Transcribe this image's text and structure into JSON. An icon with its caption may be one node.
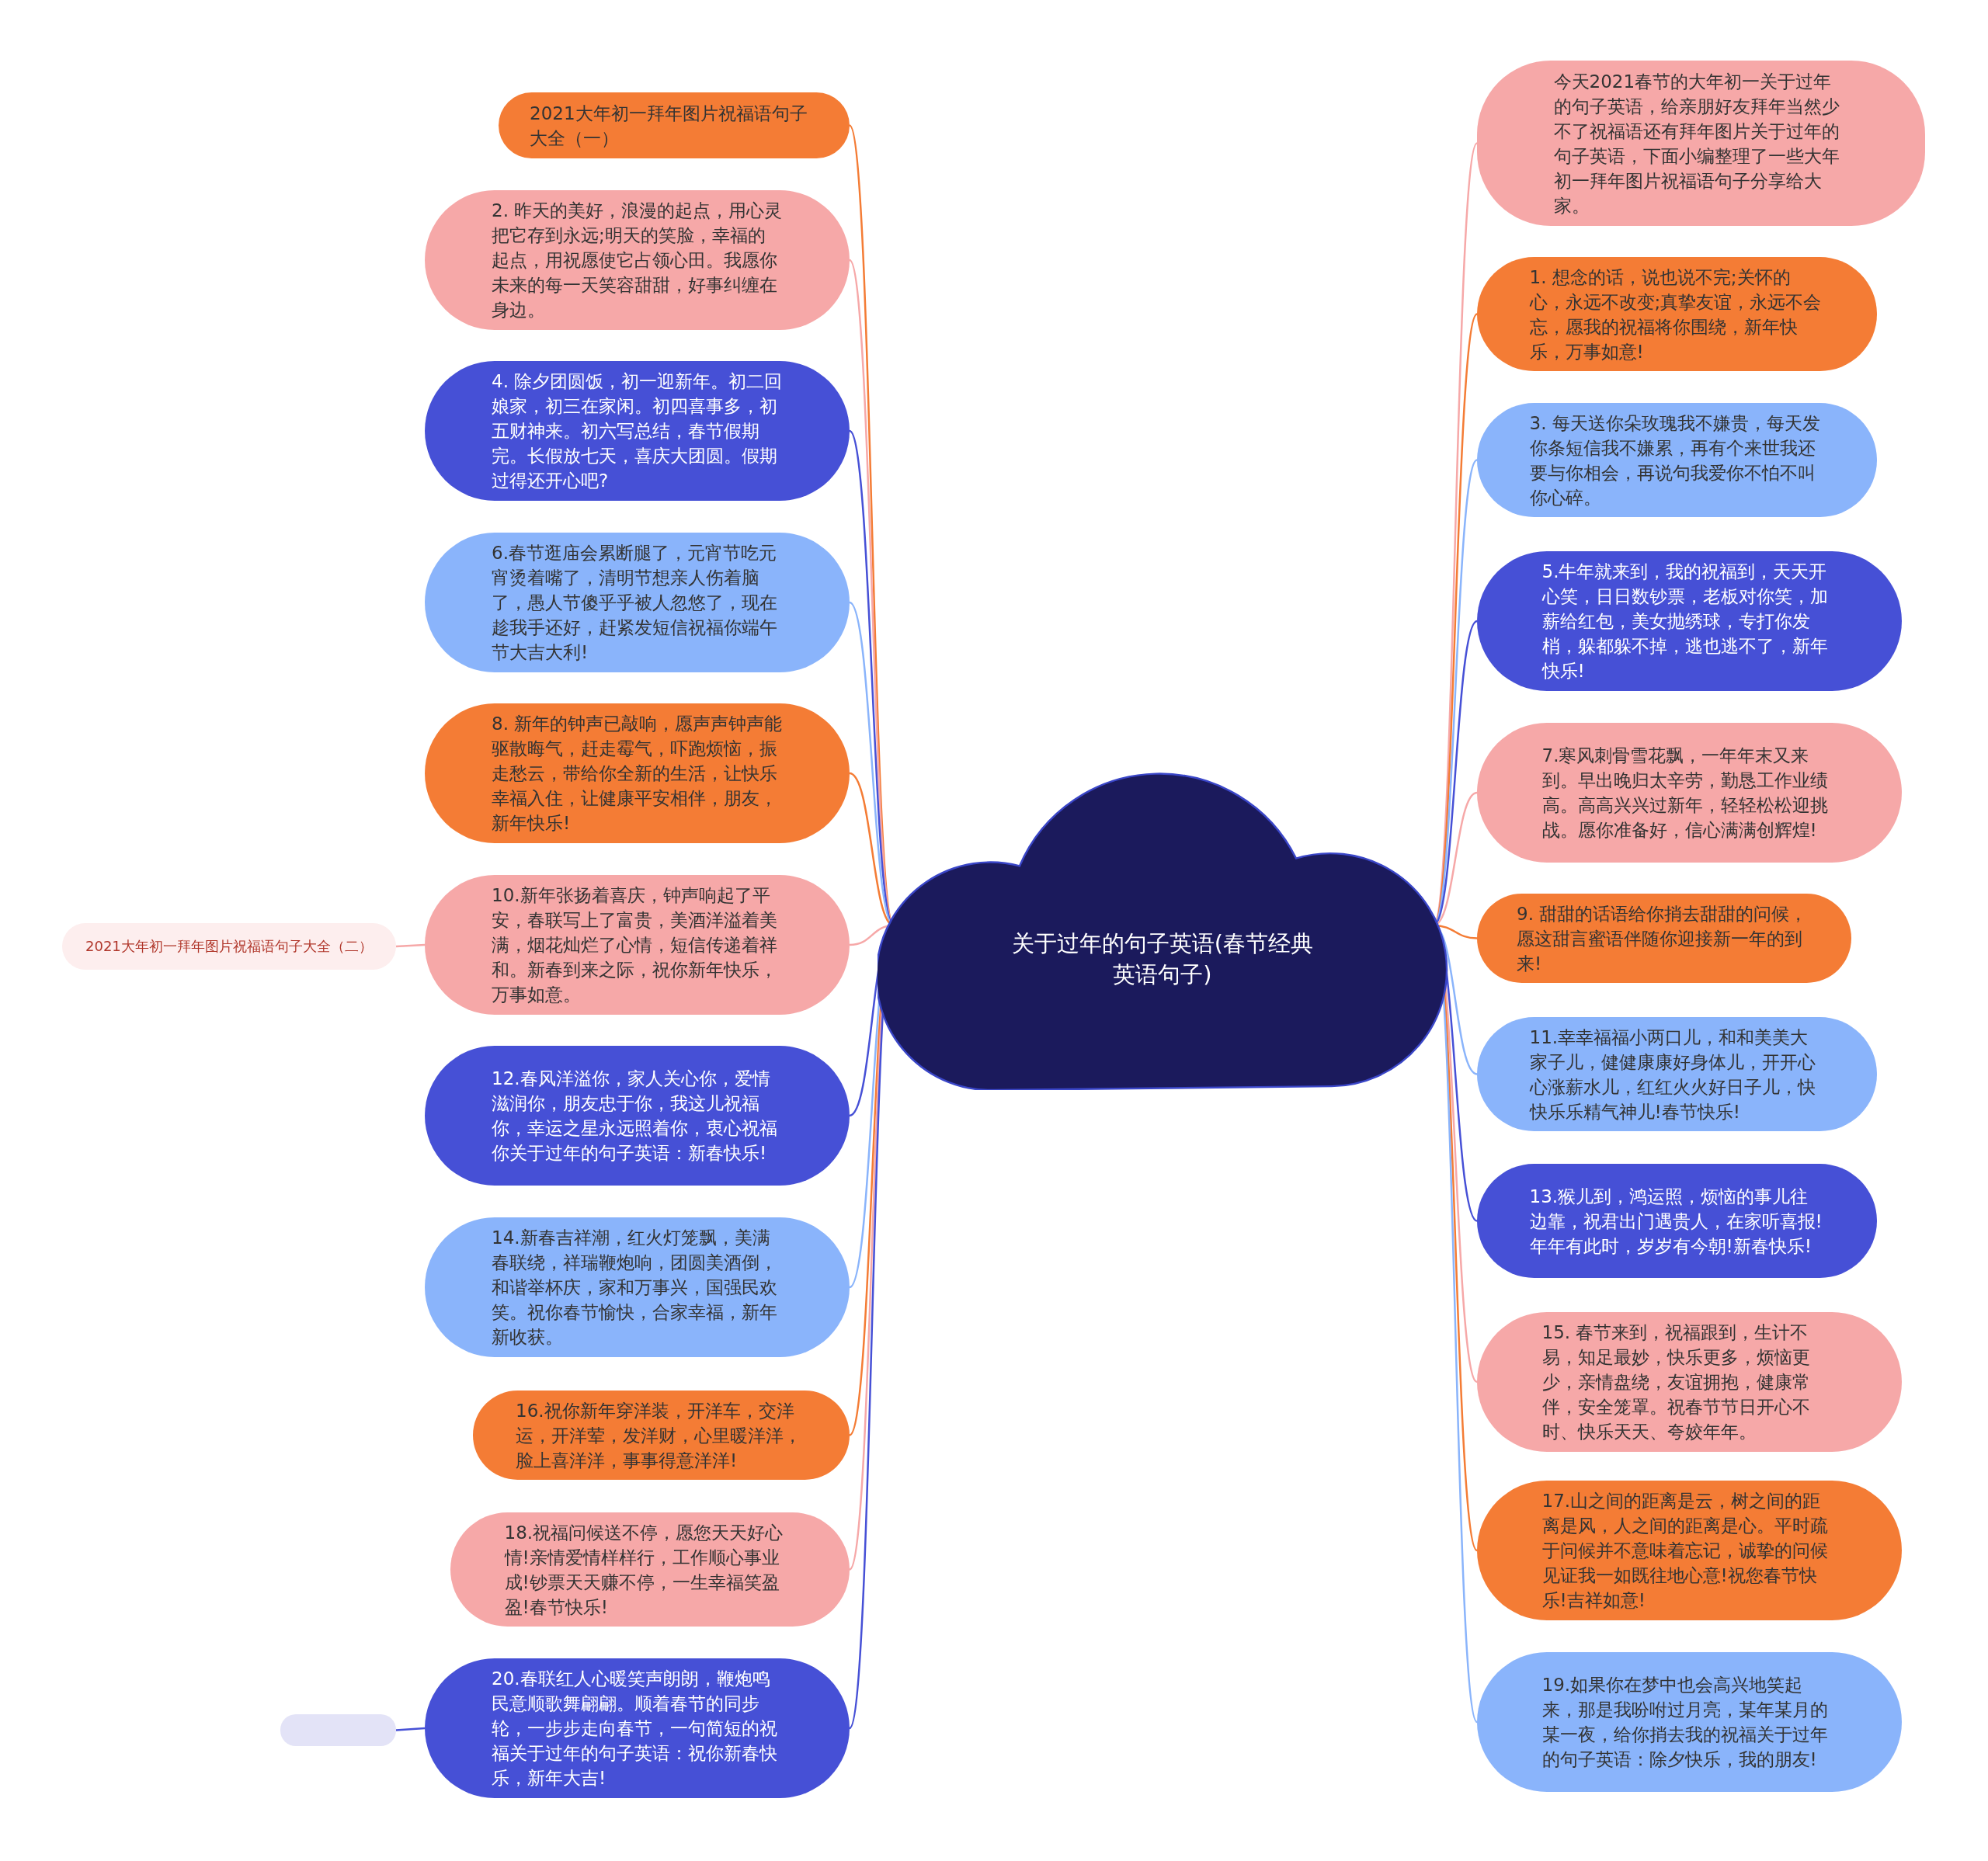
{
  "diagram": {
    "nodes": [
      {
        "text": [
          "关于过年的句子英语(春节经典英语句子)"
        ]
      },
      {
        "text": [
          "2021大年初一拜年图片祝福语句子大全（一）"
        ]
      },
      {
        "text": [
          "2. 昨天的美好，浪漫的起点，用心灵把它存到永远;明天的笑脸，幸福的起点，用祝愿使它占领心田。我愿你未来的每一天笑容甜甜，好事纠缠在身边。"
        ]
      },
      {
        "text": [
          "4. 除夕团圆饭，初一迎新年。初二回娘家，初三在家闲。初四喜事多，初五财神来。初六写总结，春节假期完。长假放七天，喜庆大团圆。假期过得还开心吧?"
        ]
      },
      {
        "text": [
          "6.春节逛庙会累断腿了，元宵节吃元宵烫着嘴了，清明节想亲人伤着脑了，愚人节傻乎乎被人忽悠了，现在趁我手还好，赶紧发短信祝福你端午节大吉大利!"
        ]
      },
      {
        "text": [
          "8. 新年的钟声已敲响，愿声声钟声能驱散晦气，赶走霉气，吓跑烦恼，振走愁云，带给你全新的生活，让快乐幸福入住，让健康平安相伴，朋友，新年快乐!"
        ]
      },
      {
        "text": [
          "10.新年张扬着喜庆，钟声响起了平安，春联写上了富贵，美酒洋溢着美满，烟花灿烂了心情，短信传递着祥和。新春到来之际，祝你新年快乐，万事如意。"
        ]
      },
      {
        "text": [
          "12.春风洋溢你，家人关心你，爱情滋润你，朋友忠于你，我这儿祝福你，幸运之星永远照着你，衷心祝福你关于过年的句子英语：新春快乐!"
        ]
      },
      {
        "text": [
          "14.新春吉祥潮，红火灯笼飘，美满春联绕，祥瑞鞭炮响，团圆美酒倒，和谐举杯庆，家和万事兴，国强民欢笑。祝你春节愉快，合家幸福，新年新收获。"
        ]
      },
      {
        "text": [
          "16.祝你新年穿洋装，开洋车，交洋运，开洋荤，发洋财，心里暖洋洋，脸上喜洋洋，事事得意洋洋!"
        ]
      },
      {
        "text": [
          "18.祝福问候送不停，愿您天天好心情!亲情爱情样样行，工作顺心事业成!钞票天天赚不停，一生幸福笑盈盈!春节快乐!"
        ]
      },
      {
        "text": [
          "20.春联红人心暖笑声朗朗，鞭炮鸣民意顺歌舞翩翩。顺着春节的同步轮，一步步走向春节，一句简短的祝福关于过年的句子英语：祝你新春快乐，新年大吉!"
        ]
      },
      {
        "text": [
          "2021大年初一拜年图片祝福语句子大全（二）"
        ]
      },
      {
        "text": [],
        "shape": "box"
      },
      {
        "text": [
          "今天2021春节的大年初一关于过年的句子英语，给亲朋好友拜年当然少不了祝福语还有拜年图片关于过年的句子英语，下面小编整理了一些大年初一拜年图片祝福语句子分享给大家。"
        ]
      },
      {
        "text": [
          "1. 想念的话，说也说不完;关怀的心，永远不改变;真挚友谊，永远不会忘，愿我的祝福将你围绕，新年快乐，万事如意!"
        ]
      },
      {
        "text": [
          "3. 每天送你朵玫瑰我不嫌贵，每天发你条短信我不嫌累，再有个来世我还要与你相会，再说句我爱你不怕不叫你心碎。"
        ]
      },
      {
        "text": [
          "5.牛年就来到，我的祝福到，天天开心笑，日日数钞票，老板对你笑，加薪给红包，美女抛绣球，专打你发梢，躲都躲不掉，逃也逃不了，新年快乐!"
        ]
      },
      {
        "text": [
          "7.寒风刺骨雪花飘，一年年末又来到。早出晚归太辛劳，勤恳工作业绩高。高高兴兴过新年，轻轻松松迎挑战。愿你准备好，信心满满创辉煌!"
        ]
      },
      {
        "text": [
          "9. 甜甜的话语给你捎去甜甜的问候，愿这甜言蜜语伴随你迎接新一年的到来!"
        ]
      },
      {
        "text": [
          "11.幸幸福福小两口儿，和和美美大家子儿，健健康康好身体儿，开开心心涨薪水儿，红红火火好日子儿，快快乐乐精气神儿!春节快乐!"
        ]
      },
      {
        "text": [
          "13.猴儿到，鸿运照，烦恼的事儿往边靠，祝君出门遇贵人，在家听喜报!年年有此时，岁岁有今朝!新春快乐!"
        ]
      },
      {
        "text": [
          "15. 春节来到，祝福跟到，生计不易，知足最妙，快乐更多，烦恼更少，亲情盘绕，友谊拥抱，健康常伴，安全笼罩。祝春节节日开心不时、快乐天天、夸姣年年。"
        ]
      },
      {
        "text": [
          "17.山之间的距离是云，树之间的距离是风，人之间的距离是心。平时疏于问候并不意味着忘记，诚挚的问候见证我一如既往地心意!祝您春节快乐!吉祥如意!"
        ]
      },
      {
        "text": [
          "19.如果你在梦中也会高兴地笑起来，那是我吩咐过月亮，某年某月的某一夜，给你捎去我的祝福关于过年的句子英语：除夕快乐，我的朋友!"
        ]
      }
    ],
    "edges": [
      {
        "from": 0,
        "to": 1,
        "arrow": "none",
        "color": "#f47c35"
      },
      {
        "from": 0,
        "to": 2,
        "arrow": "none",
        "color": "#f6a8a8"
      },
      {
        "from": 0,
        "to": 3,
        "arrow": "none",
        "color": "#4650d6"
      },
      {
        "from": 0,
        "to": 4,
        "arrow": "none",
        "color": "#8ab4fb"
      },
      {
        "from": 0,
        "to": 5,
        "arrow": "none",
        "color": "#f47c35"
      },
      {
        "from": 0,
        "to": 6,
        "arrow": "none",
        "color": "#f6a8a8"
      },
      {
        "from": 0,
        "to": 7,
        "arrow": "none",
        "color": "#4650d6"
      },
      {
        "from": 0,
        "to": 8,
        "arrow": "none",
        "color": "#8ab4fb"
      },
      {
        "from": 0,
        "to": 9,
        "arrow": "none",
        "color": "#f47c35"
      },
      {
        "from": 0,
        "to": 10,
        "arrow": "none",
        "color": "#f6a8a8"
      },
      {
        "from": 0,
        "to": 11,
        "arrow": "none",
        "color": "#4650d6"
      },
      {
        "from": 6,
        "to": 12,
        "arrow": "none",
        "color": "#f6a8a8"
      },
      {
        "from": 11,
        "to": 13,
        "arrow": "none",
        "color": "#4650d6"
      },
      {
        "from": 0,
        "to": 14,
        "arrow": "none",
        "color": "#f6a8a8"
      },
      {
        "from": 0,
        "to": 15,
        "arrow": "none",
        "color": "#f47c35"
      },
      {
        "from": 0,
        "to": 16,
        "arrow": "none",
        "color": "#8ab4fb"
      },
      {
        "from": 0,
        "to": 17,
        "arrow": "none",
        "color": "#4650d6"
      },
      {
        "from": 0,
        "to": 18,
        "arrow": "none",
        "color": "#f6a8a8"
      },
      {
        "from": 0,
        "to": 19,
        "arrow": "none",
        "color": "#f47c35"
      },
      {
        "from": 0,
        "to": 20,
        "arrow": "none",
        "color": "#8ab4fb"
      },
      {
        "from": 0,
        "to": 21,
        "arrow": "none",
        "color": "#4650d6"
      },
      {
        "from": 0,
        "to": 22,
        "arrow": "none",
        "color": "#f6a8a8"
      },
      {
        "from": 0,
        "to": 23,
        "arrow": "none",
        "color": "#f47c35"
      },
      {
        "from": 0,
        "to": 24,
        "arrow": "none",
        "color": "#8ab4fb"
      }
    ]
  }
}
